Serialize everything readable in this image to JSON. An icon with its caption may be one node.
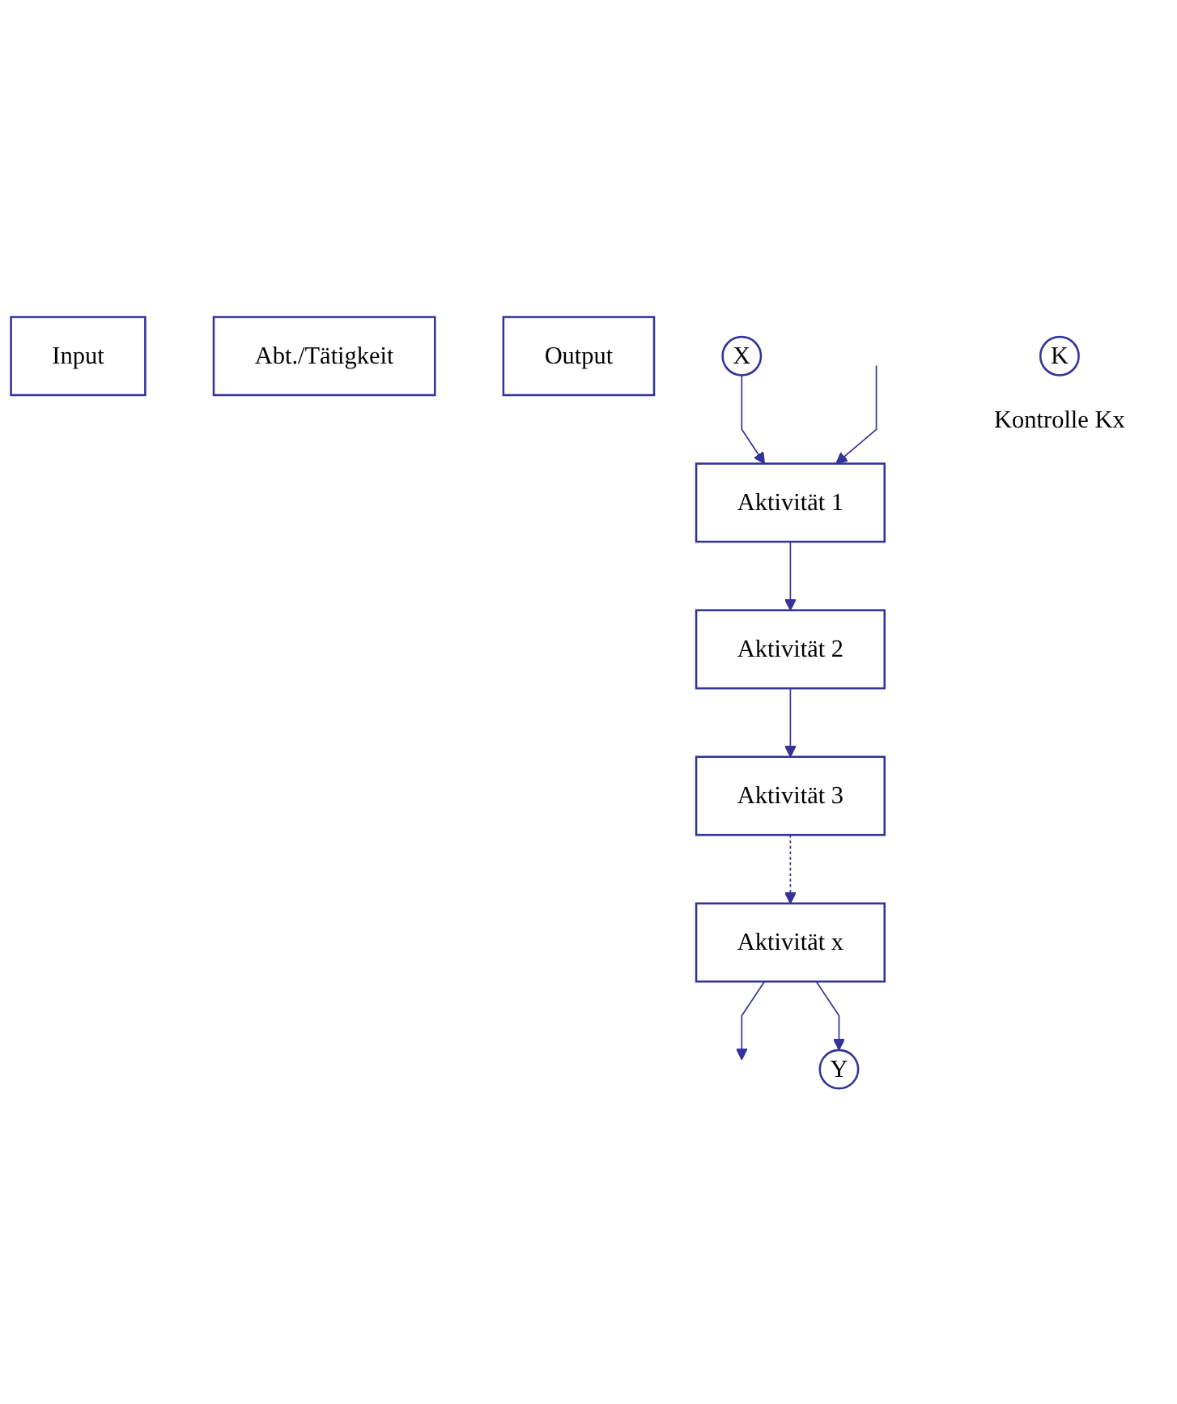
{
  "diagram": {
    "nodes": [
      {
        "text": [
          "Input"
        ]
      },
      {
        "text": [
          "Abt./Tätigkeit"
        ]
      },
      {
        "text": [
          "Output"
        ]
      },
      {
        "text": [
          "X"
        ]
      },
      {
        "text": [
          "Aktivität 1"
        ]
      },
      {
        "text": [
          "Aktivität 2"
        ]
      },
      {
        "text": [
          "Aktivität 3"
        ]
      },
      {
        "text": [
          "Aktivität x"
        ]
      },
      {
        "text": [
          "Y"
        ]
      },
      {
        "text": [
          "K"
        ],
        "beside": [
          "Kontrolle Kx"
        ]
      }
    ],
    "edges": [
      {
        "from": 3,
        "to": 4,
        "arrow": "to"
      },
      {
        "from": null,
        "to": 4,
        "arrow": "to"
      },
      {
        "from": 4,
        "to": 5,
        "arrow": "to"
      },
      {
        "from": 5,
        "to": 6,
        "arrow": "to"
      },
      {
        "from": 6,
        "to": 7,
        "arrow": "to",
        "style": "dashed"
      },
      {
        "from": 7,
        "to": null,
        "arrow": "to"
      },
      {
        "from": 7,
        "to": 8,
        "arrow": "to"
      }
    ]
  }
}
